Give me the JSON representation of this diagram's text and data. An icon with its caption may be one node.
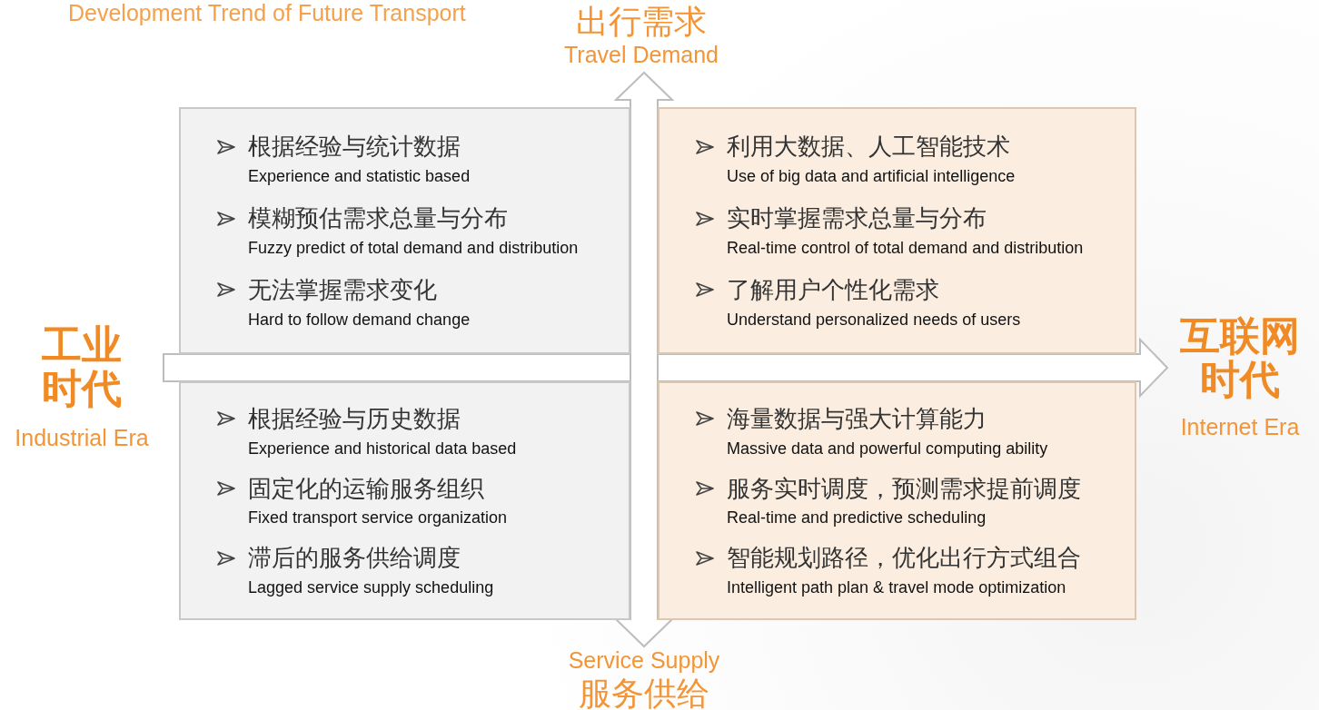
{
  "diagram": {
    "title": "Development Trend of Future Transport",
    "nodes": [
      {
        "text": [
          "根据经验与统计数据",
          "Experience and statistic based",
          "模糊预估需求总量与分布",
          "Fuzzy predict of total demand and distribution",
          "无法掌握需求变化",
          "Hard to follow demand change"
        ]
      },
      {
        "text": [
          "利用大数据、人工智能技术",
          "Use of big data and artificial intelligence",
          "实时掌握需求总量与分布",
          "Real-time control of total demand and distribution",
          "了解用户个性化需求",
          "Understand personalized needs of users"
        ]
      },
      {
        "text": [
          "根据经验与历史数据",
          "Experience and historical data based",
          "固定化的运输服务组织",
          "Fixed transport service organization",
          "滞后的服务供给调度",
          "Lagged service supply scheduling"
        ]
      },
      {
        "text": [
          "海量数据与强大计算能力",
          "Massive data and powerful computing ability",
          "服务实时调度，预测需求提前调度",
          "Real-time and predictive scheduling",
          "智能规划路径，优化出行方式组合",
          "Intelligent path plan & travel mode optimization"
        ]
      },
      {
        "text": [
          "出行需求",
          "Travel Demand"
        ]
      },
      {
        "text": [
          "工业时代",
          "Industrial Era"
        ]
      },
      {
        "text": [
          "互联网时代",
          "Internet Era"
        ]
      },
      {
        "text": [
          "Service Supply",
          "服务供给"
        ]
      }
    ],
    "edges": [
      {
        "from": 5,
        "to": 6,
        "arrow": "to"
      },
      {
        "from": 4,
        "to": 7,
        "arrow": "both"
      }
    ]
  }
}
